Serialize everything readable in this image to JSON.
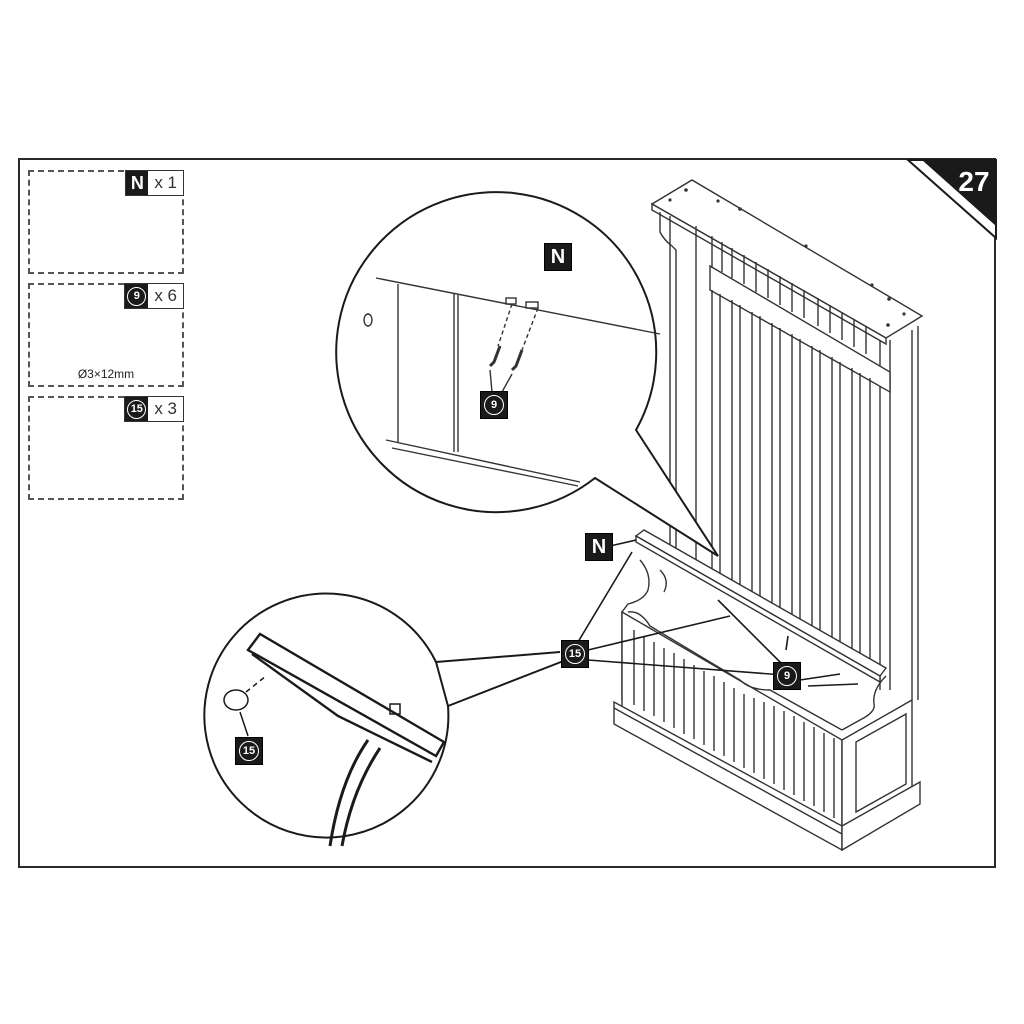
{
  "step": {
    "number": "27"
  },
  "parts_list": [
    {
      "id": "N",
      "id_style": "letter",
      "quantity": "x 1",
      "description": "panel-board",
      "icon": "board-panel-icon"
    },
    {
      "id": "9",
      "id_style": "circled",
      "quantity": "x 6",
      "description": "screw",
      "size": "Ø3×12mm",
      "icon": "screw-icon"
    },
    {
      "id": "15",
      "id_style": "circled",
      "quantity": "x 3",
      "description": "bumper-pad",
      "icon": "bumper-pad-icon"
    }
  ],
  "callouts": {
    "detail_top": {
      "part_label": "N",
      "screw_label": "9"
    },
    "detail_bottom": {
      "pad_label": "15"
    },
    "main": {
      "panel_label": "N",
      "pad_label": "15",
      "screw_label": "9"
    }
  },
  "colors": {
    "ink": "#1a1a1a",
    "paper": "#ffffff",
    "frame": "#2a2a2a"
  }
}
